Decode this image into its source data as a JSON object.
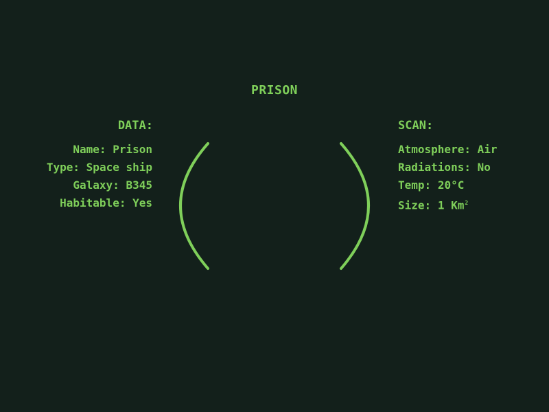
{
  "header": {
    "title": "PRISON"
  },
  "data_panel": {
    "heading": "DATA:",
    "rows": [
      {
        "label": "Name:",
        "value": "Prison"
      },
      {
        "label": "Type:",
        "value": "Space ship"
      },
      {
        "label": "Galaxy:",
        "value": "B345"
      },
      {
        "label": "Habitable:",
        "value": "Yes"
      }
    ]
  },
  "scan_panel": {
    "heading": "SCAN:",
    "rows": [
      {
        "label": "Atmosphere:",
        "value": "Air"
      },
      {
        "label": "Radiations:",
        "value": "No"
      },
      {
        "label": "Temp:",
        "value": "20°C"
      },
      {
        "label": "Size:",
        "value": "1 Km",
        "superscript": "2"
      }
    ]
  },
  "colors": {
    "background": "#13201b",
    "text": "#7fcf5a",
    "bracket": "#7fcf5a"
  }
}
